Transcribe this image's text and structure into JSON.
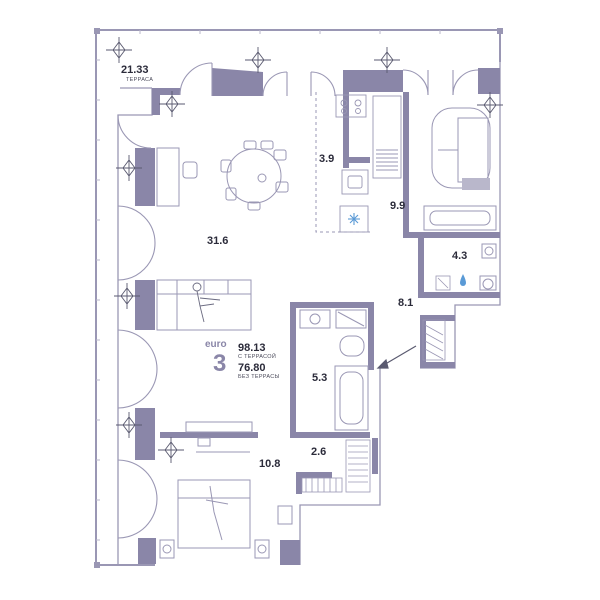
{
  "terrace": {
    "area": "21.33",
    "label": "ТЕРРАСА"
  },
  "rooms": {
    "living": "31.6",
    "kitchen": "3.9",
    "bedroom_master": "9.9",
    "bath_master": "4.3",
    "hall": "8.1",
    "bath_second": "5.3",
    "wardrobe": "2.6",
    "bedroom_second": "10.8"
  },
  "summary": {
    "layout_type": "euro",
    "room_count": "3",
    "total_with_terrace": "98.13",
    "with_terrace_label": "С ТЕРРАСОЙ",
    "total_without_terrace": "76.80",
    "without_terrace_label": "БЕЗ ТЕРРАСЫ"
  },
  "colors": {
    "wall": "#8a86a8",
    "wall_dark": "#7d799c",
    "line": "#9a97b4",
    "furniture": "#b9b7cb"
  },
  "icons": [
    "plant-icon",
    "dining-table-icon",
    "sofa-icon",
    "bed-icon",
    "bathtub-icon",
    "toilet-icon",
    "sink-icon",
    "stove-icon",
    "snowflake-icon",
    "water-drop-icon",
    "arrow-icon"
  ]
}
